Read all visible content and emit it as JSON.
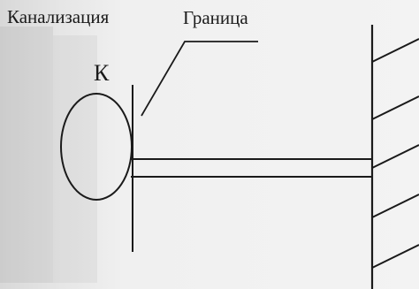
{
  "labels": {
    "sewer": "Канализация",
    "border": "Граница",
    "manhole": "К"
  },
  "colors": {
    "ink": "#1a1a1a",
    "paper": "#f2f2f2"
  }
}
